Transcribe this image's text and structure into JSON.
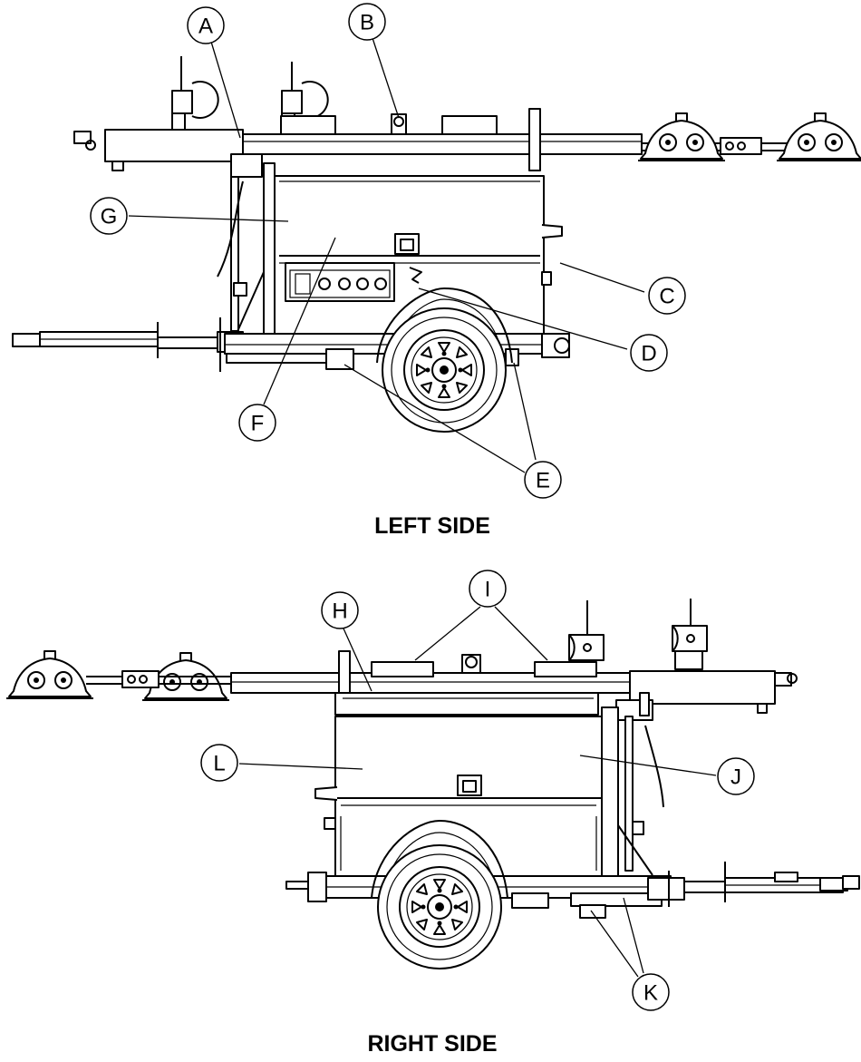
{
  "views": [
    {
      "title": "LEFT SIDE",
      "callouts": [
        "A",
        "B",
        "C",
        "D",
        "E",
        "F",
        "G"
      ]
    },
    {
      "title": "RIGHT SIDE",
      "callouts": [
        "H",
        "I",
        "J",
        "K",
        "L"
      ]
    }
  ]
}
